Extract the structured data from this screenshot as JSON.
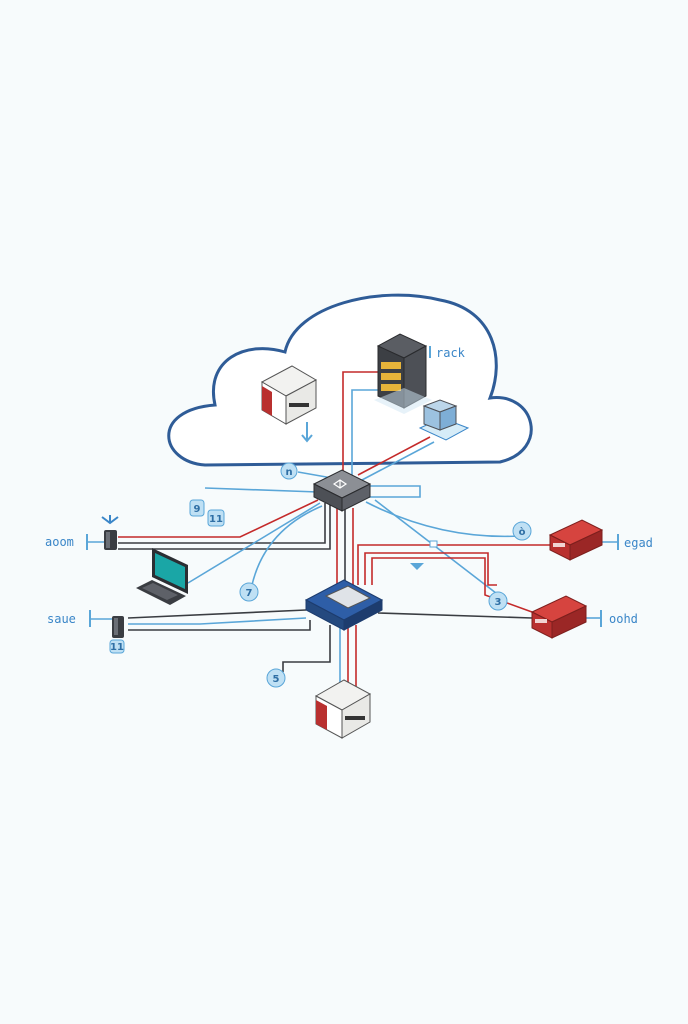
{
  "colors": {
    "cloud": "#2f5c97",
    "link_red": "#c42a2a",
    "link_blue": "#5aa6d8",
    "link_dark": "#3a3d42",
    "badge_fill": "#bfe0f4",
    "badge_text": "#2f6fa5",
    "label_text": "#3a86c8",
    "device_red": "#b9302f",
    "switch_blue": "#2e5ea7",
    "rack_gold": "#e7b43a"
  },
  "labels": {
    "rack": "rack",
    "left_top": "aoom",
    "left_bottom": "saue",
    "right_top": "egad",
    "right_bottom": "oohd"
  },
  "badges": {
    "b1": "n",
    "b2": "9",
    "b3": "11",
    "b4": "7",
    "b5": "ò",
    "b6": "3",
    "b7": "5",
    "b8": "11"
  },
  "icons": {
    "core_router": "router-icon",
    "distribution_switch": "switch-icon",
    "rack_server": "server-rack-icon",
    "cloud_printer": "printer-icon",
    "bottom_printer": "printer-icon",
    "laptop": "laptop-icon",
    "access_point": "access-point-icon",
    "red_router_top": "router-icon",
    "red_router_bottom": "router-icon",
    "storage_box": "storage-icon"
  }
}
